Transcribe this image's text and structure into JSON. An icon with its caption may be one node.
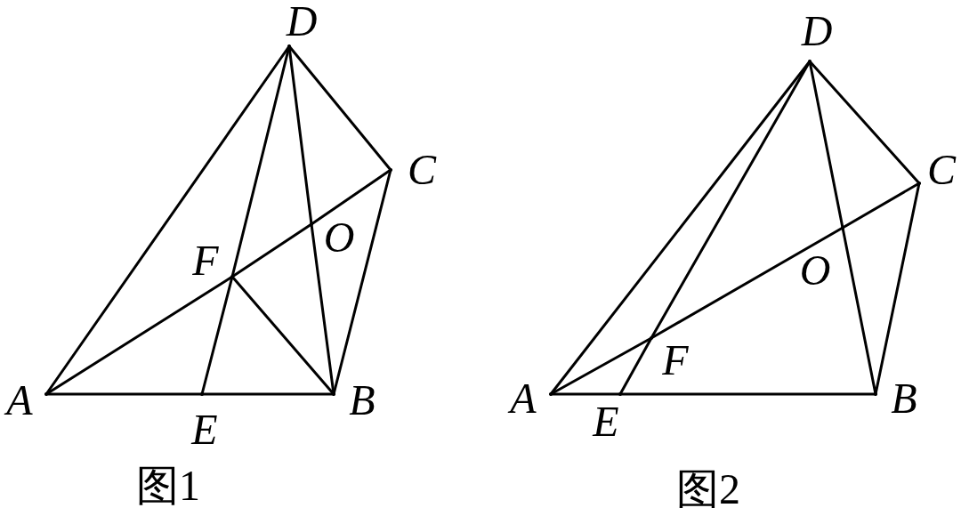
{
  "diagram": {
    "nodes": [
      {
        "text": [],
        "shape": "point",
        "beside": [
          "D"
        ]
      },
      {
        "text": [],
        "shape": "point",
        "beside": [
          "C"
        ]
      },
      {
        "text": [],
        "shape": "point",
        "beside": [
          "O"
        ]
      },
      {
        "text": [],
        "shape": "point",
        "beside": [
          "F"
        ]
      },
      {
        "text": [],
        "shape": "point",
        "beside": [
          "A"
        ]
      },
      {
        "text": [],
        "shape": "point",
        "beside": [
          "B"
        ]
      },
      {
        "text": [],
        "shape": "point",
        "beside": [
          "E"
        ]
      },
      {
        "text": [],
        "shape": "point",
        "beside": [
          "D"
        ]
      },
      {
        "text": [],
        "shape": "point",
        "beside": [
          "C"
        ]
      },
      {
        "text": [],
        "shape": "point",
        "beside": [
          "O"
        ]
      },
      {
        "text": [],
        "shape": "point",
        "beside": [
          "F"
        ]
      },
      {
        "text": [],
        "shape": "point",
        "beside": [
          "A"
        ]
      },
      {
        "text": [],
        "shape": "point",
        "beside": [
          "B"
        ]
      },
      {
        "text": [],
        "shape": "point",
        "beside": [
          "E"
        ]
      }
    ],
    "edges": [
      {
        "from": 4,
        "to": 6,
        "arrow": "none"
      },
      {
        "from": 6,
        "to": 5,
        "arrow": "none"
      },
      {
        "from": 4,
        "to": 0,
        "arrow": "none"
      },
      {
        "from": 0,
        "to": 1,
        "arrow": "none"
      },
      {
        "from": 1,
        "to": 5,
        "arrow": "none"
      },
      {
        "from": 4,
        "to": 3,
        "arrow": "none"
      },
      {
        "from": 3,
        "to": 2,
        "arrow": "none"
      },
      {
        "from": 2,
        "to": 1,
        "arrow": "none"
      },
      {
        "from": 0,
        "to": 3,
        "arrow": "none"
      },
      {
        "from": 3,
        "to": 6,
        "arrow": "none"
      },
      {
        "from": 0,
        "to": 2,
        "arrow": "none"
      },
      {
        "from": 2,
        "to": 5,
        "arrow": "none"
      },
      {
        "from": 3,
        "to": 5,
        "arrow": "none"
      },
      {
        "from": 11,
        "to": 13,
        "arrow": "none"
      },
      {
        "from": 13,
        "to": 12,
        "arrow": "none"
      },
      {
        "from": 11,
        "to": 7,
        "arrow": "none"
      },
      {
        "from": 7,
        "to": 8,
        "arrow": "none"
      },
      {
        "from": 8,
        "to": 12,
        "arrow": "none"
      },
      {
        "from": 11,
        "to": 10,
        "arrow": "none"
      },
      {
        "from": 10,
        "to": 9,
        "arrow": "none"
      },
      {
        "from": 9,
        "to": 8,
        "arrow": "none"
      },
      {
        "from": 7,
        "to": 10,
        "arrow": "none"
      },
      {
        "from": 10,
        "to": 13,
        "arrow": "none"
      },
      {
        "from": 7,
        "to": 9,
        "arrow": "none"
      },
      {
        "from": 9,
        "to": 12,
        "arrow": "none"
      }
    ],
    "labels": [
      "图1",
      "图2"
    ]
  }
}
